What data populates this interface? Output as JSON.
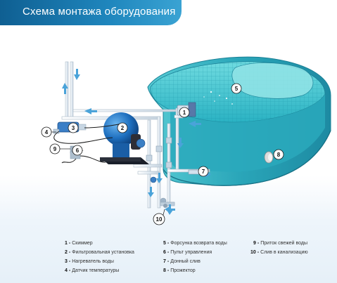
{
  "header": {
    "title": "Схема монтажа оборудования"
  },
  "callouts": [
    "1",
    "2",
    "3",
    "4",
    "5",
    "6",
    "7",
    "8",
    "9",
    "10"
  ],
  "legend": [
    {
      "num": "1",
      "label": "Скиммер"
    },
    {
      "num": "2",
      "label": "Фильтровальная установка"
    },
    {
      "num": "3",
      "label": "Нагреватель воды"
    },
    {
      "num": "4",
      "label": "Датчик температуры"
    },
    {
      "num": "5",
      "label": "Форсунка возврата воды"
    },
    {
      "num": "6",
      "label": "Пульт управления"
    },
    {
      "num": "7",
      "label": "Донный слив"
    },
    {
      "num": "8",
      "label": "Прожектор"
    },
    {
      "num": "9",
      "label": "Приток свежей воды"
    },
    {
      "num": "10",
      "label": "Слив в канализацию"
    }
  ],
  "colors": {
    "banner": "#1a7fb6",
    "water": "#2fb3c4",
    "pipe": "#dfe9f2",
    "arrow": "#4aa3d9",
    "filter": "#1f6fb7"
  }
}
